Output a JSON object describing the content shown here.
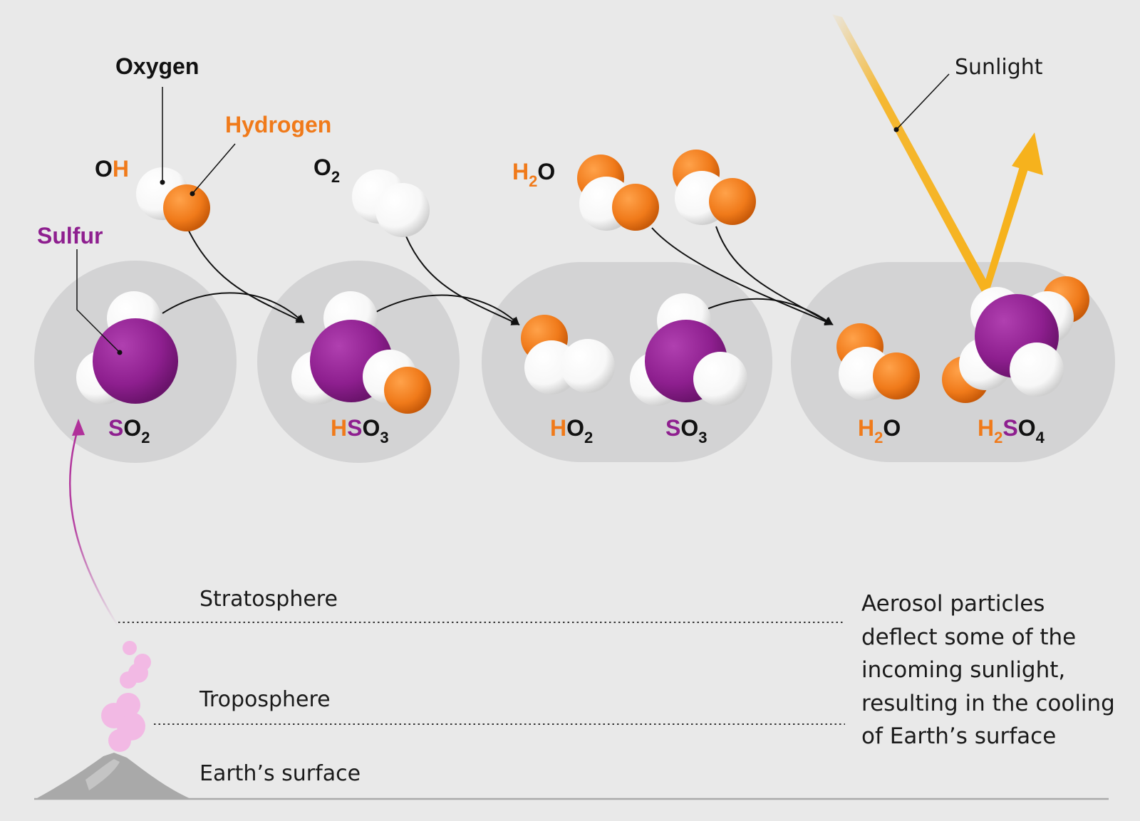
{
  "colors": {
    "background": "#e9e9e9",
    "group": "#d3d3d4",
    "sulfur": "#8e1f8f",
    "hydrogen": "#f07a1a",
    "oxygen": "#ffffff",
    "sunlight": "#f6b21d",
    "pathway_arrow": "#b0309a",
    "text": "#1a1a1a"
  },
  "element_labels": {
    "oxygen": "Oxygen",
    "hydrogen": "Hydrogen",
    "sulfur": "Sulfur"
  },
  "reactants": {
    "oh": {
      "main_a": "O",
      "main_b": "H"
    },
    "o2": {
      "main": "O",
      "sub": "2"
    },
    "h2o": {
      "h": "H",
      "sub": "2",
      "o": "O"
    }
  },
  "products": {
    "so2": {
      "s": "S",
      "o": "O",
      "sub": "2"
    },
    "hso3": {
      "h": "H",
      "s": "S",
      "o": "O",
      "sub": "3"
    },
    "ho2": {
      "h": "H",
      "o": "O",
      "sub": "2"
    },
    "so3": {
      "s": "S",
      "o": "O",
      "sub": "3"
    },
    "h2o": {
      "h": "H",
      "sub": "2",
      "o": "O"
    },
    "h2so4": {
      "h": "H",
      "sub1": "2",
      "s": "S",
      "o": "O",
      "sub2": "4"
    }
  },
  "sunlight_label": "Sunlight",
  "layers": {
    "stratosphere": "Stratosphere",
    "troposphere": "Troposphere",
    "surface": "Earth’s surface"
  },
  "note_lines": [
    "Aerosol particles",
    "deflect some of the",
    "incoming sunlight,",
    "resulting in the cooling",
    "of Earth’s surface"
  ],
  "icons": {
    "volcano": "volcano-icon",
    "plume": "smoke-plume-icon"
  }
}
